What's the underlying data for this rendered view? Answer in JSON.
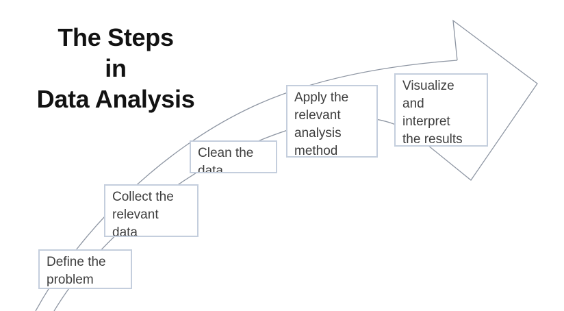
{
  "slide": {
    "background_color": "#ffffff",
    "title": {
      "lines": [
        "The Steps",
        "in",
        "Data Analysis"
      ],
      "color": "#121212"
    },
    "arrow": {
      "name": "curved-up-right-arrow",
      "stroke_color": "#8e96a3",
      "fill": "none",
      "direction": "upward to the right"
    },
    "box_style": {
      "border_color": "#c4cedd",
      "fill_color": "#ffffff",
      "text_color": "#3d3d3d"
    },
    "steps": [
      {
        "id": "define",
        "order": 1,
        "lines": [
          "Define the",
          "problem"
        ]
      },
      {
        "id": "collect",
        "order": 2,
        "lines": [
          "Collect the",
          "relevant",
          "data"
        ]
      },
      {
        "id": "clean",
        "order": 3,
        "lines": [
          "Clean the",
          "data"
        ]
      },
      {
        "id": "apply",
        "order": 4,
        "lines": [
          "Apply the",
          "relevant",
          "analysis",
          "method"
        ]
      },
      {
        "id": "visual",
        "order": 5,
        "lines": [
          "Visualize",
          "and",
          "interpret",
          "the results"
        ]
      }
    ]
  }
}
